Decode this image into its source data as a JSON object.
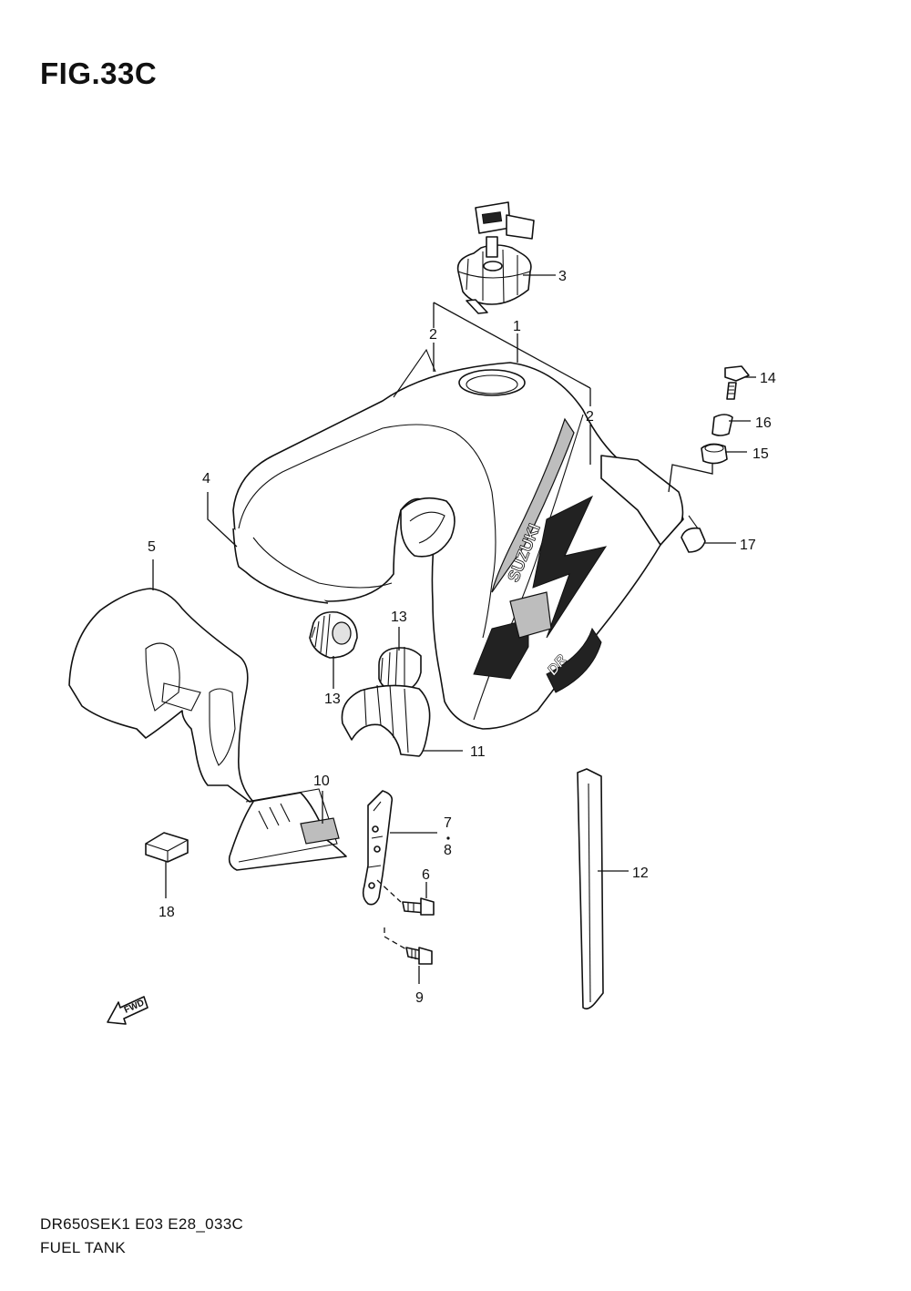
{
  "figure": {
    "title": "FIG.33C",
    "footer_code": "DR650SEK1 E03 E28_033C",
    "footer_name": "FUEL TANK"
  },
  "callouts": {
    "c1": "1",
    "c2a": "2",
    "c2b": "2",
    "c3": "3",
    "c4": "4",
    "c5": "5",
    "c6": "6",
    "c7": "7",
    "c8": "8",
    "c9": "9",
    "c10": "10",
    "c11": "11",
    "c12": "12",
    "c13a": "13",
    "c13b": "13",
    "c14": "14",
    "c15": "15",
    "c16": "16",
    "c17": "17",
    "c18": "18"
  },
  "decal_text": {
    "brand": "SUZUKI",
    "model": "DR",
    "fwd": "FWD"
  },
  "colors": {
    "line": "#111111",
    "decal_dark": "#222222",
    "decal_grey": "#bdbdbd"
  }
}
